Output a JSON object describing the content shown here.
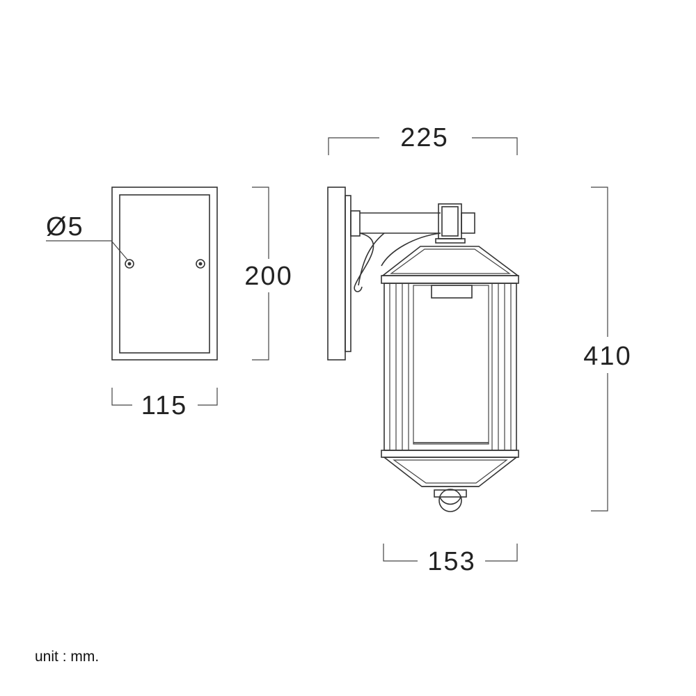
{
  "dimensions": {
    "plate_height": "200",
    "plate_width": "115",
    "hole_diameter": "Ø5",
    "depth": "225",
    "total_height": "410",
    "lantern_width": "153"
  },
  "unit_note": "unit : mm."
}
